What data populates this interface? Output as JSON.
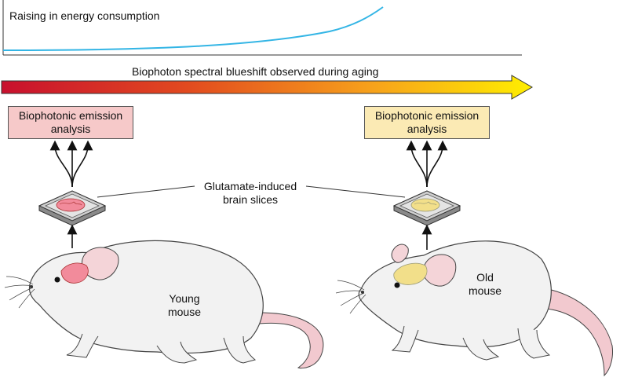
{
  "energy_label": "Raising in energy consumption",
  "blueshift_label": "Biophoton spectral blueshift observed during aging",
  "analysis_left": {
    "line1": "Biophotonic emission",
    "line2": "analysis"
  },
  "analysis_right": {
    "line1": "Biophotonic emission",
    "line2": "analysis"
  },
  "slices_label": {
    "line1": "Glutamate-induced",
    "line2": "brain slices"
  },
  "young_mouse": {
    "line1": "Young",
    "line2": "mouse"
  },
  "old_mouse": {
    "line1": "Old",
    "line2": "mouse"
  },
  "colors": {
    "energy_curve": "#33b5e5",
    "gradient_start": "#c8102e",
    "gradient_end": "#ffee00",
    "box_left_fill": "#f6c9c9",
    "box_right_fill": "#fbeab4",
    "young_brain": "#f28b9b",
    "old_brain": "#f2df8a",
    "mouse_fill": "#f2f2f2",
    "mouse_ear": "#f4d4d8",
    "tail": "#f2c9cf"
  }
}
